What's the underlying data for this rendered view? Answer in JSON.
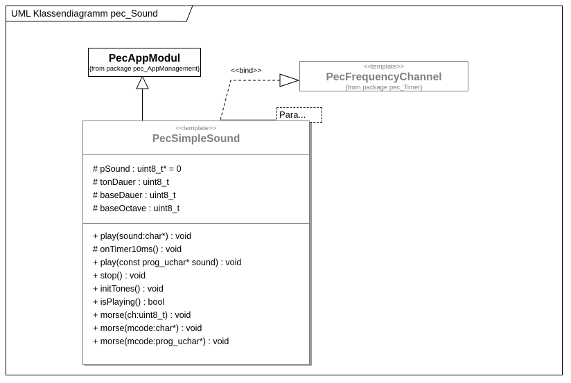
{
  "diagram": {
    "tab_title": "UML Klassendiagramm pec_Sound",
    "accent_gray": "#808080",
    "border_black": "#000000",
    "background": "#ffffff"
  },
  "classes": {
    "pec_app_modul": {
      "name": "PecAppModul",
      "from_package": "{from package pec_AppManagement}"
    },
    "pec_frequency_channel": {
      "stereotype": "<<template>>",
      "name": "PecFrequencyChannel",
      "from_package": "{from package pec_Timer}"
    },
    "pec_simple_sound": {
      "stereotype": "<<template>>",
      "name": "PecSimpleSound",
      "attributes": [
        "# pSound : uint8_t* = 0",
        "# tonDauer : uint8_t",
        "# baseDauer : uint8_t",
        "# baseOctave : uint8_t"
      ],
      "operations": [
        "+ play(sound:char*) : void",
        "# onTimer10ms() : void",
        "+ play(const prog_uchar* sound) : void",
        "+ stop() : void",
        "+ initTones() : void",
        "+ isPlaying() : bool",
        "+ morse(ch:uint8_t) : void",
        "+ morse(mcode:char*) : void",
        "+ morse(mcode:prog_uchar*) : void"
      ]
    }
  },
  "relationships": {
    "generalization": {
      "label": "",
      "kind": "generalization-hollow-triangle"
    },
    "bind": {
      "label": "<<bind>>",
      "kind": "dependency-dashed-hollow-triangle"
    }
  },
  "parameter_box": {
    "label": "Para..."
  }
}
